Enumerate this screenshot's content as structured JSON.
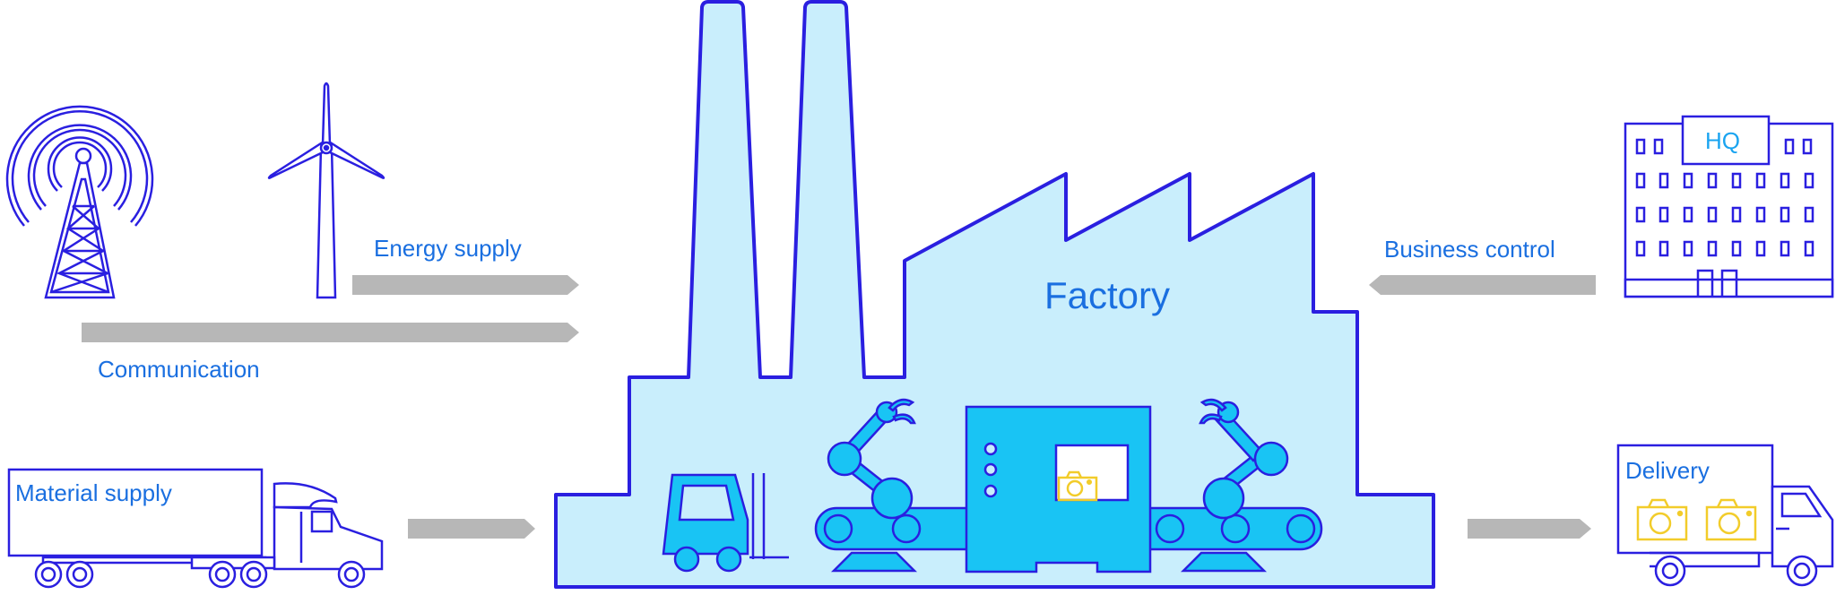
{
  "colors": {
    "outline": "#2a1fe0",
    "label_text": "#1a6fe0",
    "factory_fill": "#c9eefc",
    "machine_fill": "#19c4f4",
    "arrow_gray": "#b7b7b7",
    "camera_yellow": "#f2cc2a"
  },
  "labels": {
    "energy": "Energy supply",
    "communication": "Communication",
    "material": "Material supply",
    "factory": "Factory",
    "business": "Business control",
    "hq": "HQ",
    "delivery": "Delivery"
  },
  "icons": [
    "radio-tower-icon",
    "wind-turbine-icon",
    "truck-icon",
    "forklift-icon",
    "robot-arm-icon",
    "conveyor-belt-icon",
    "machine-icon",
    "camera-icon",
    "hq-building-icon",
    "delivery-truck-icon"
  ]
}
